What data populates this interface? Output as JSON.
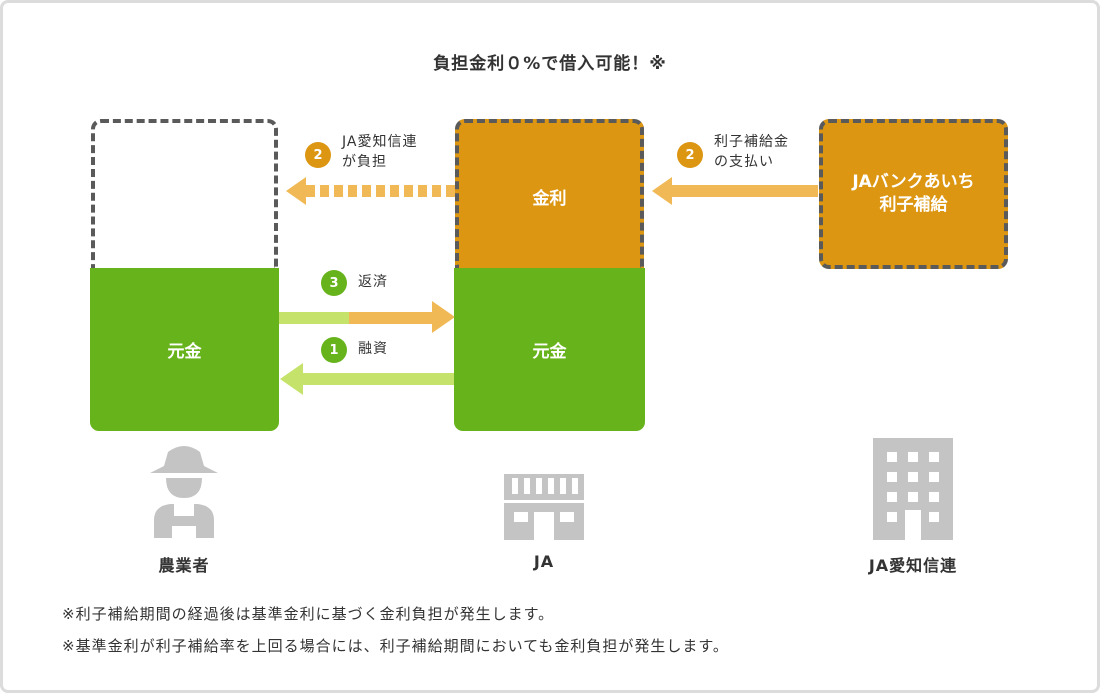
{
  "title": "負担金利０%で借入可能！※",
  "boxes": {
    "farmer_principal": "元金",
    "ja_interest": "金利",
    "ja_principal": "元金",
    "bank_subsidy_line1": "JAバンクあいち",
    "bank_subsidy_line2": "利子補給"
  },
  "steps": {
    "step_2a": {
      "number": "2",
      "line1": "JA愛知信連",
      "line2": "が負担"
    },
    "step_2b": {
      "number": "2",
      "line1": "利子補給金",
      "line2": "の支払い"
    },
    "step_3": {
      "number": "3",
      "label": "返済"
    },
    "step_1": {
      "number": "1",
      "label": "融資"
    }
  },
  "entities": {
    "farmer": "農業者",
    "ja": "JA",
    "federation": "JA愛知信連"
  },
  "notes": [
    "※利子補給期間の経過後は基準金利に基づく金利負担が発生します。",
    "※基準金利が利子補給率を上回る場合には、利子補給期間においても金利負担が発生します。"
  ],
  "colors": {
    "green": "#67b31b",
    "orange": "#dc9612",
    "light_orange": "#f0b955",
    "light_green": "#c5e36b",
    "gray_icon": "#c4c4c4",
    "dash": "#5a5a5a"
  }
}
